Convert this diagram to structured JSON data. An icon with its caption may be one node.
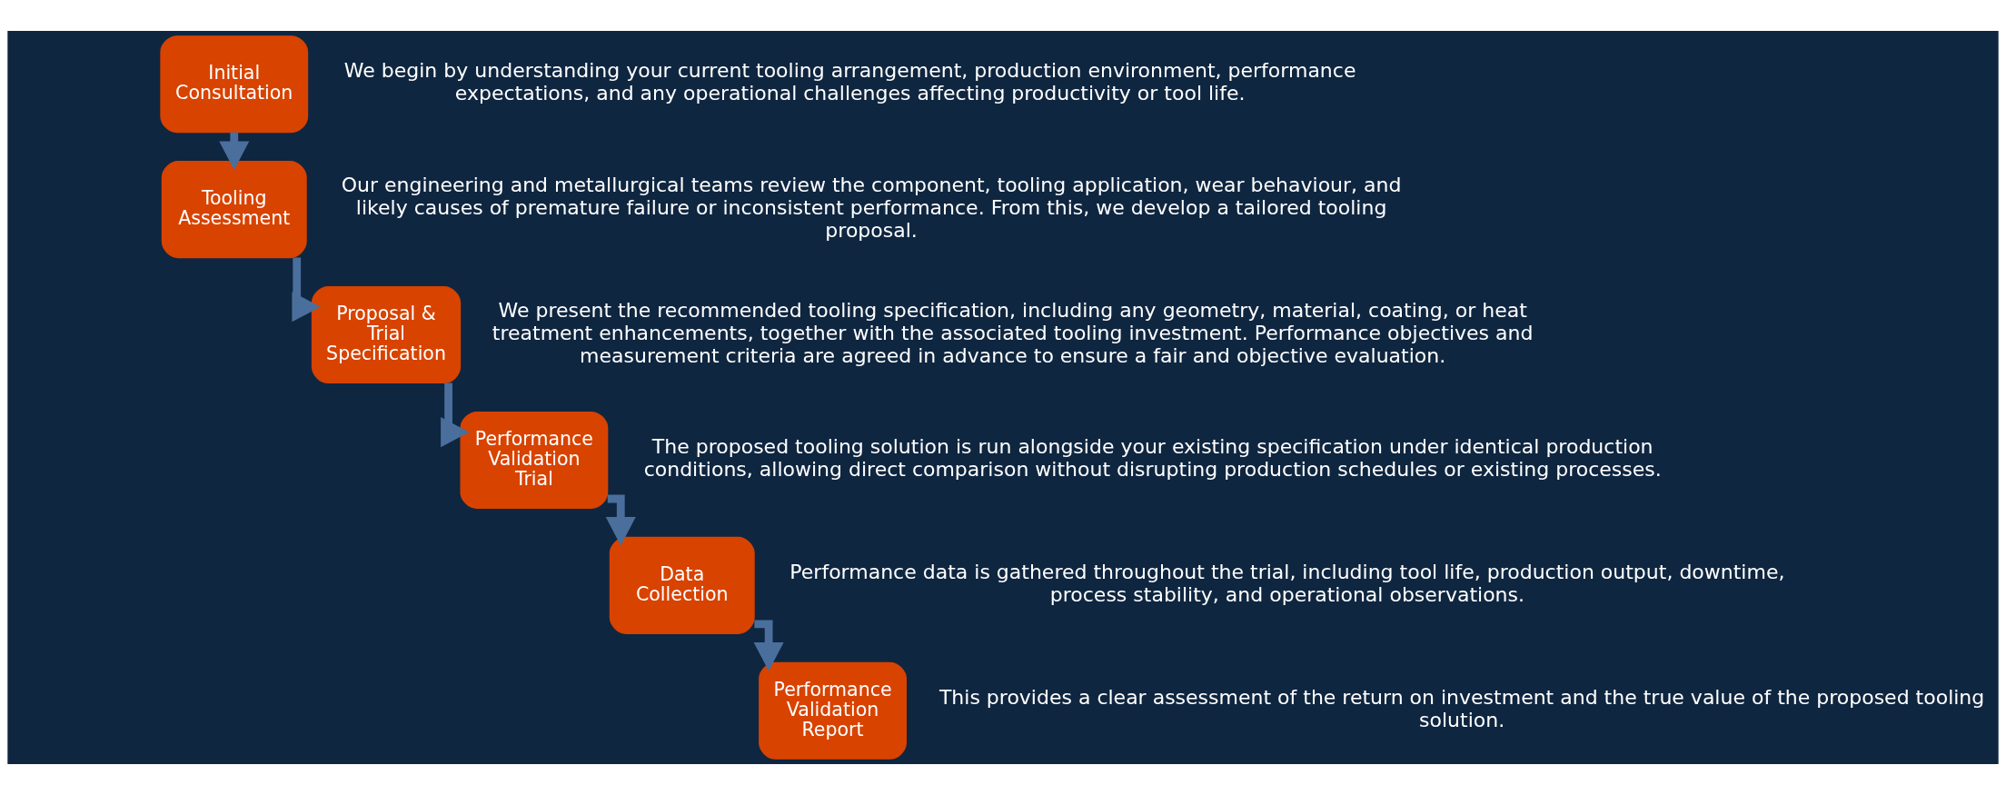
{
  "diagram": {
    "nodes": [
      {
        "text": [
          "Initial Consultation"
        ],
        "beside": [
          "We begin by understanding your current tooling arrangement, production environment, performance expectations, and any operational challenges affecting productivity or tool life."
        ]
      },
      {
        "text": [
          "Tooling Assessment"
        ],
        "beside": [
          "Our engineering and metallurgical teams review the component, tooling application, wear behaviour, and likely causes of premature failure or inconsistent performance. From this, we develop a tailored tooling proposal."
        ]
      },
      {
        "text": [
          "Proposal & Trial Specification"
        ],
        "beside": [
          "We present the recommended tooling specification, including any geometry, material, coating, or heat treatment enhancements, together with the associated tooling investment. Performance objectives and measurement criteria are agreed in advance to ensure a fair and objective evaluation."
        ]
      },
      {
        "text": [
          "Performance Validation Trial"
        ],
        "beside": [
          "The proposed tooling solution is run alongside your existing specification under identical production conditions, allowing direct comparison without disrupting production schedules or existing processes."
        ]
      },
      {
        "text": [
          "Data Collection"
        ],
        "beside": [
          "Performance data is gathered throughout the trial, including tool life, production output, downtime, process stability, and operational observations."
        ]
      },
      {
        "text": [
          "Performance Validation Report"
        ],
        "beside": [
          "This provides a clear assessment of the return on investment and the true value of the proposed tooling solution."
        ]
      }
    ],
    "edges": [
      {
        "from": 0,
        "to": 1,
        "arrow": "to"
      },
      {
        "from": 1,
        "to": 2,
        "arrow": "to"
      },
      {
        "from": 2,
        "to": 3,
        "arrow": "to"
      },
      {
        "from": 3,
        "to": 4,
        "arrow": "to"
      },
      {
        "from": 4,
        "to": 5,
        "arrow": "to"
      }
    ]
  }
}
